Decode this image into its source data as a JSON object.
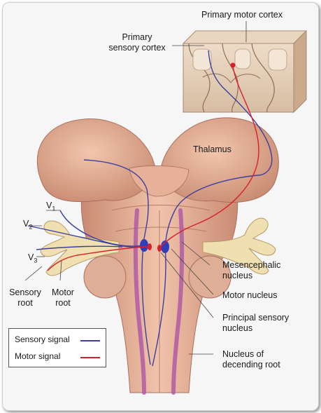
{
  "labels": {
    "primary_motor_cortex": "Primary motor cortex",
    "primary_sensory_cortex_line1": "Primary",
    "primary_sensory_cortex_line2": "sensory cortex",
    "thalamus": "Thalamus",
    "v1_letter": "V",
    "v1_sub": "1",
    "v2_letter": "V",
    "v2_sub": "2",
    "v3_letter": "V",
    "v3_sub": "3",
    "sensory_root_line1": "Sensory",
    "sensory_root_line2": "root",
    "motor_root_line1": "Motor",
    "motor_root_line2": "root",
    "mesencephalic_line1": "Mesencephalic",
    "mesencephalic_line2": "nucleus",
    "motor_nucleus": "Motor nucleus",
    "principal_line1": "Principal sensory",
    "principal_line2": "nucleus",
    "descending_line1": "Nucleus of",
    "descending_line2": "decending root"
  },
  "legend": {
    "sensory_label": "Sensory signal",
    "motor_label": "Motor signal"
  },
  "colors": {
    "sensory_signal": "#3b3fa0",
    "motor_signal": "#d9202a",
    "brain_tissue": "#e8b89c",
    "nucleus_purple": "#b05aa6",
    "nerve_cream": "#f0dfb0",
    "cortex_tan": "#e3cdb8"
  }
}
